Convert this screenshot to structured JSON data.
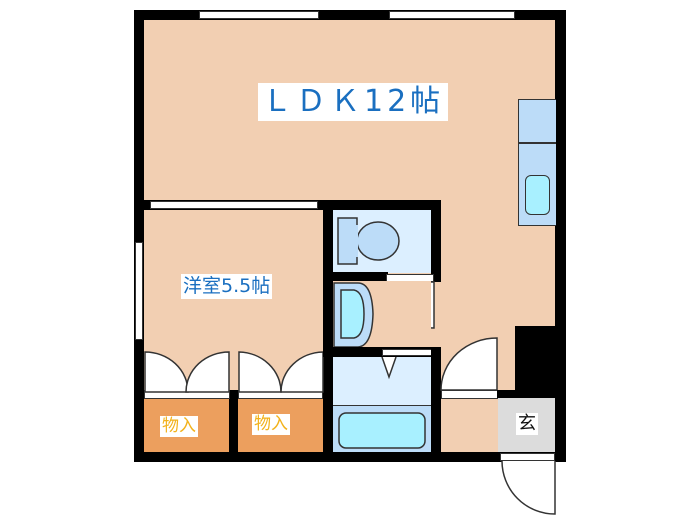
{
  "floorplan": {
    "rooms": {
      "ldk": {
        "label": "ＬＤＫ12帖"
      },
      "western": {
        "label": "洋室5.5帖"
      },
      "closet1": {
        "label": "物入"
      },
      "closet2": {
        "label": "物入"
      },
      "entrance": {
        "label": "玄"
      }
    },
    "fixtures": [
      "kitchen-counter",
      "sink",
      "toilet",
      "washbasin",
      "bathtub"
    ],
    "colors": {
      "floor": "#f2cfb2",
      "wall": "#000000",
      "wet_area": "#dcefff",
      "fixture_blue": "#bcdcf8",
      "fixture_cyan": "#a8f0ff",
      "closet": "#ec9f5e",
      "entrance": "#dcdcdc",
      "room_label": "#1a6fc0",
      "closet_label": "#f2b21b"
    }
  }
}
